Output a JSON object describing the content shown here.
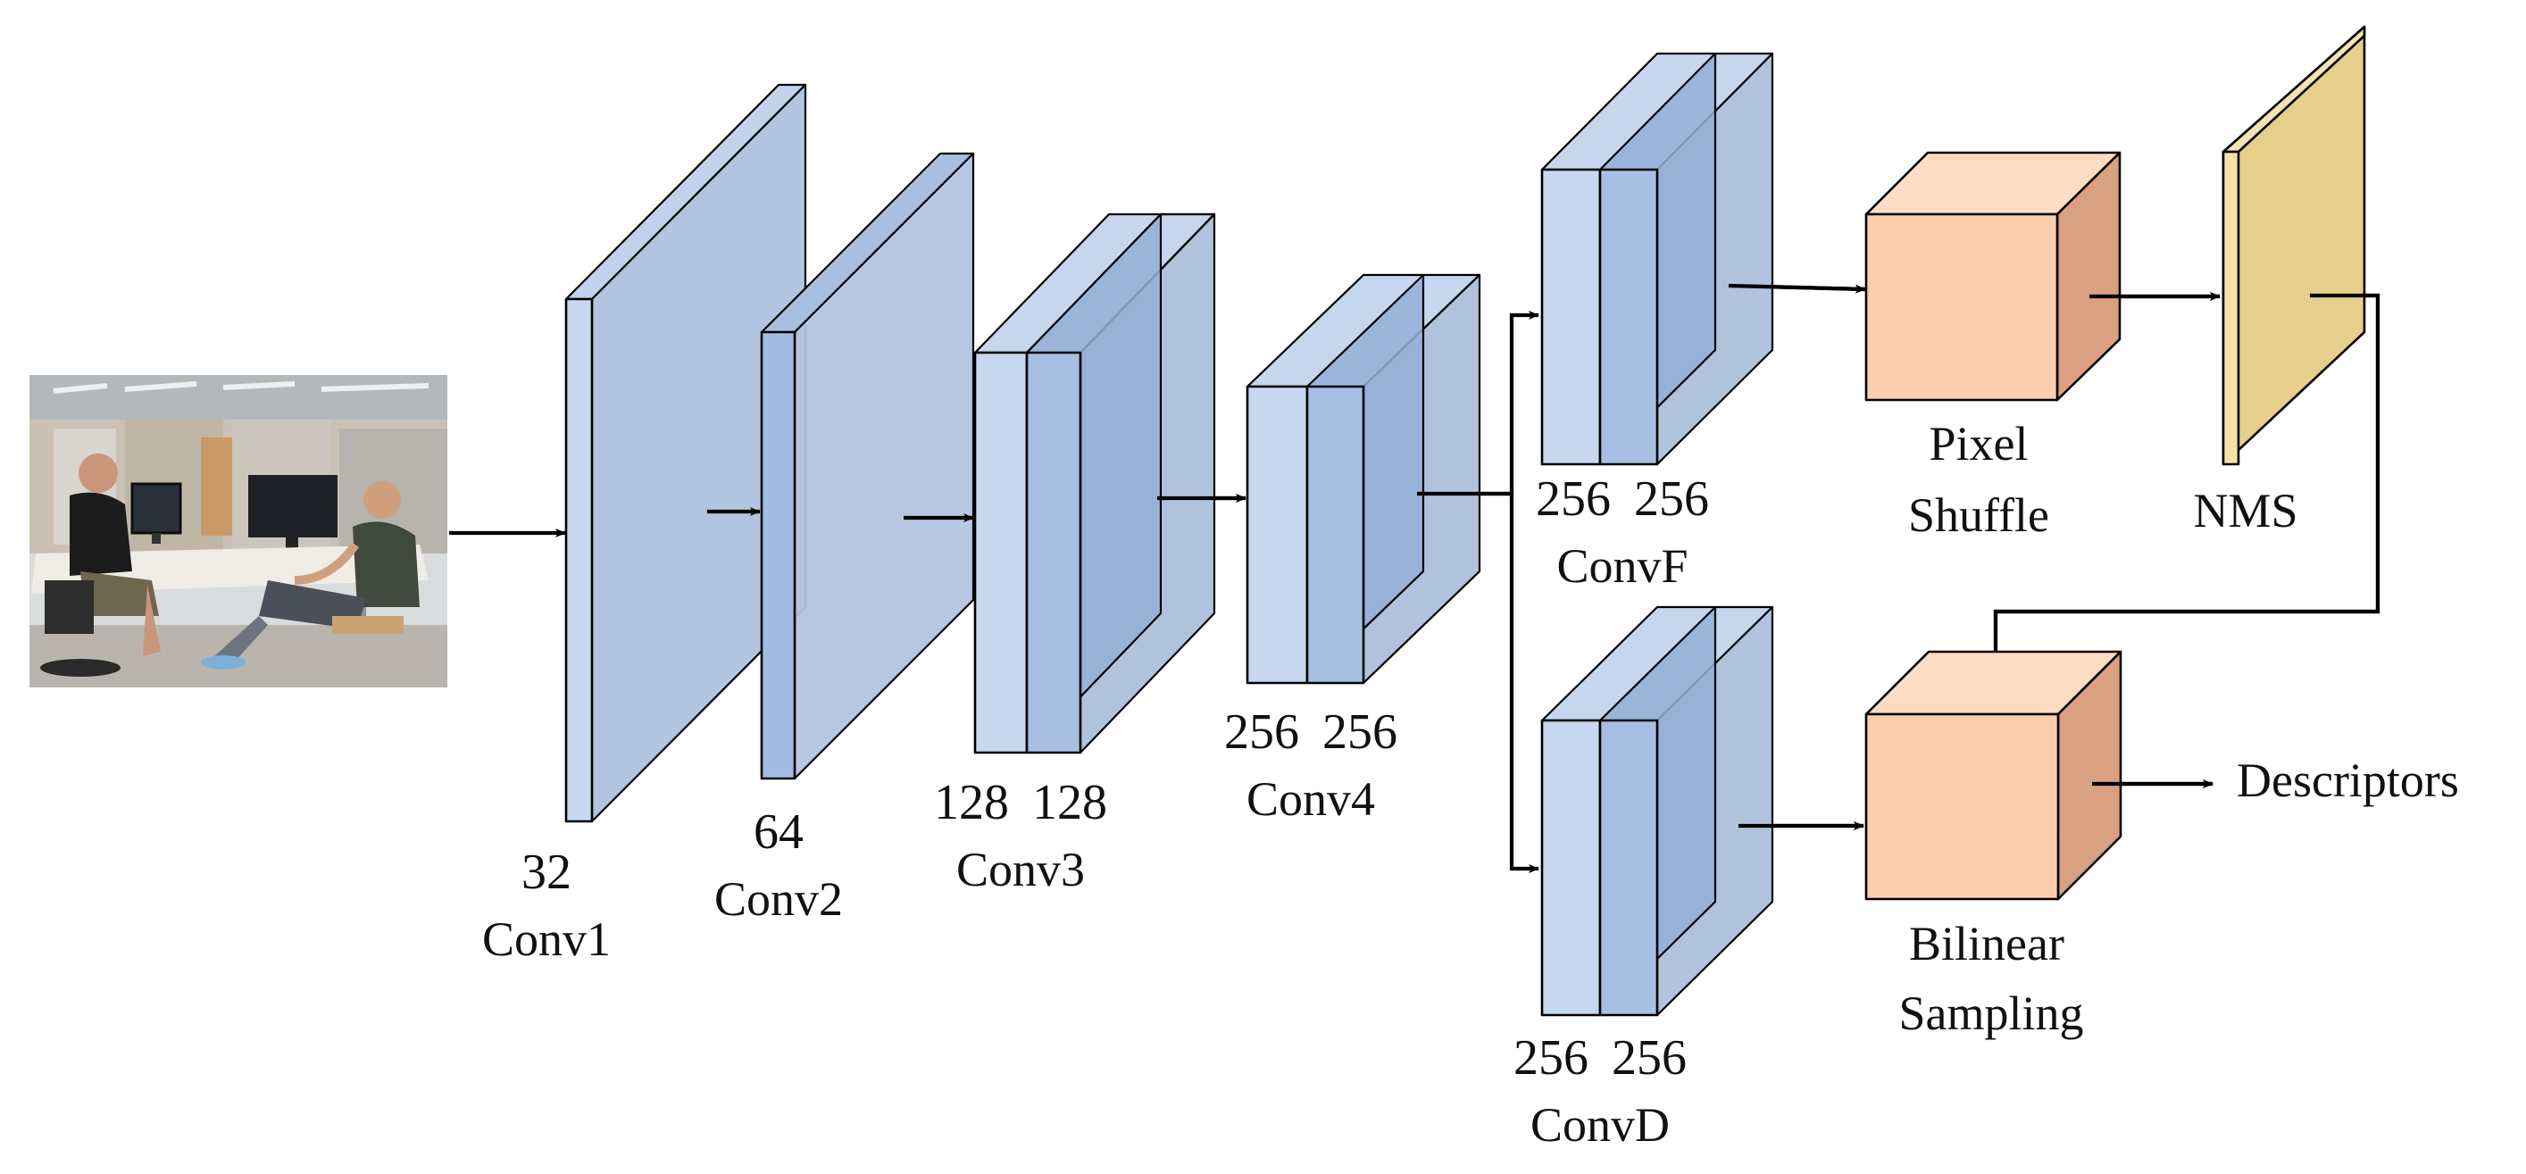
{
  "layers": {
    "conv1": {
      "channels": "32",
      "name": "Conv1"
    },
    "conv2": {
      "channels": "64",
      "name": "Conv2"
    },
    "conv3": {
      "channels_a": "128",
      "channels_b": "128",
      "name": "Conv3"
    },
    "conv4": {
      "channels_a": "256",
      "channels_b": "256",
      "name": "Conv4"
    },
    "convF": {
      "channels_a": "256",
      "channels_b": "256",
      "name": "ConvF"
    },
    "convD": {
      "channels_a": "256",
      "channels_b": "256",
      "name": "ConvD"
    }
  },
  "ops": {
    "pixel_shuffle": {
      "line1": "Pixel",
      "line2": "Shuffle"
    },
    "nms": "NMS",
    "bilinear_sampling": {
      "line1": "Bilinear",
      "line2": "Sampling"
    }
  },
  "output": "Descriptors",
  "colors": {
    "conv_light": "#c6d7ef",
    "conv_mid": "#a9bfe0",
    "conv_dark": "#8fa9d2",
    "op_box": "#fbcfae",
    "op_box_side": "#d9a081",
    "nms_plane": "#ecd9a0"
  }
}
